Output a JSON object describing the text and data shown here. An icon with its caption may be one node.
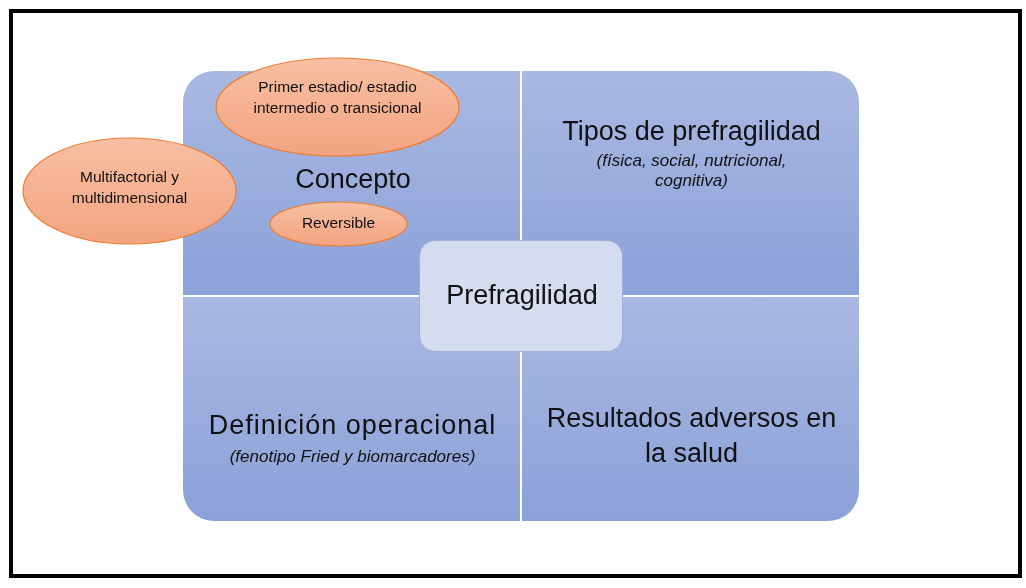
{
  "diagram": {
    "nodes": [
      {
        "text": [
          "Concepto"
        ]
      },
      {
        "text": [
          "Primer estadio/ estadio intermedio o transicional"
        ]
      },
      {
        "text": [
          "Multifactorial y multidimensional"
        ]
      },
      {
        "text": [
          "Reversible"
        ],
        "in": 0
      },
      {
        "text": [
          "Tipos de prefragilidad",
          "(física, social, nutricional, cognitiva)"
        ]
      },
      {
        "text": [
          "Prefragilidad"
        ]
      },
      {
        "text": [
          "Definición operacional",
          "(fenotipo Fried y biomarcadores)"
        ]
      },
      {
        "text": [
          "Resultados adversos en la salud"
        ]
      }
    ]
  }
}
